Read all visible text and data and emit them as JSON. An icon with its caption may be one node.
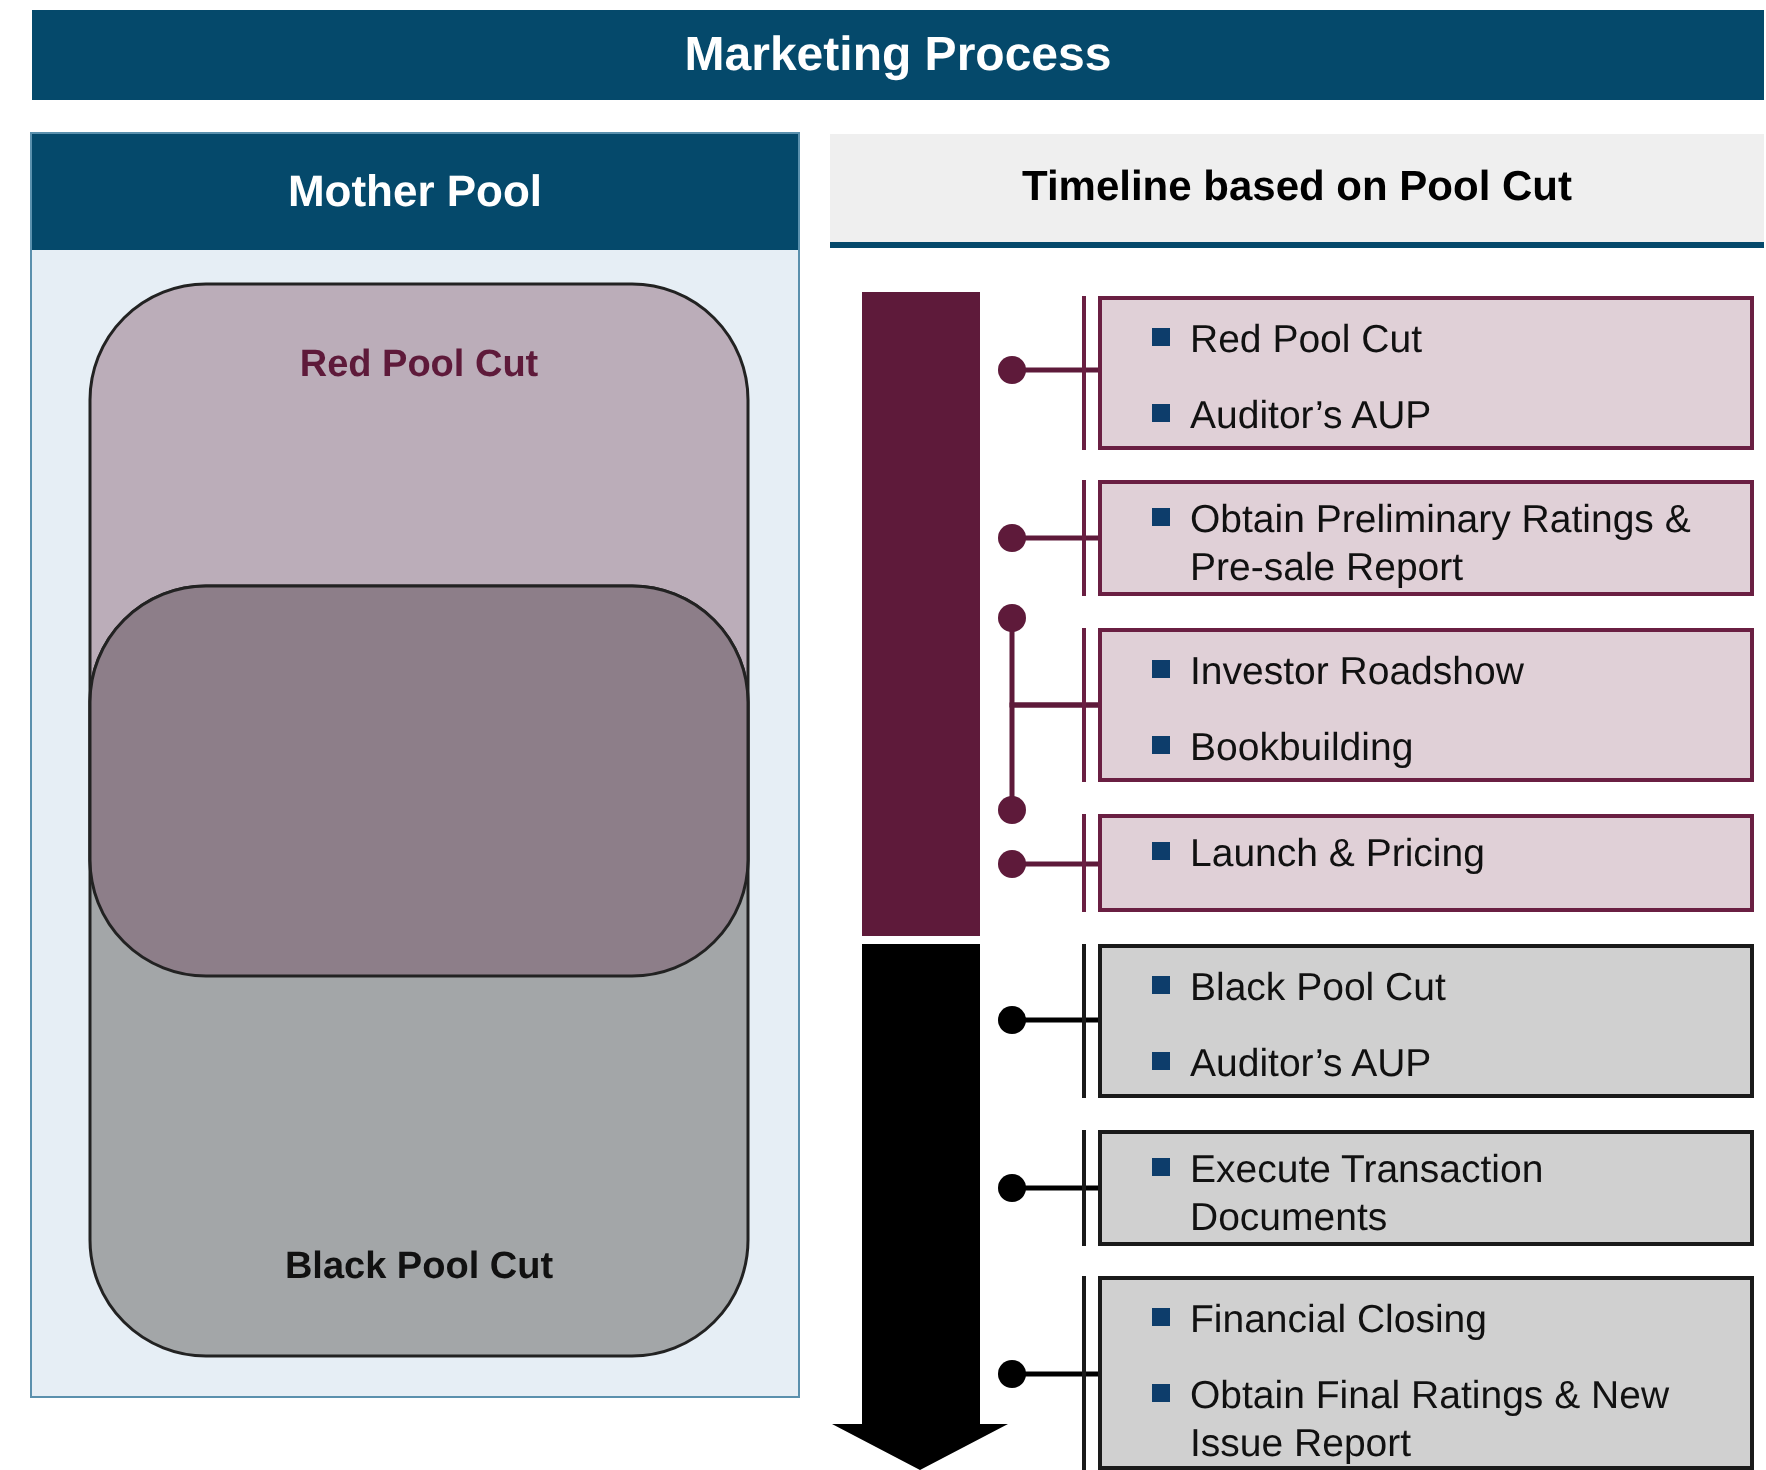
{
  "diagram": {
    "title": "Marketing Process",
    "nodes": [
      {
        "text": [
          "Mother Pool"
        ]
      },
      {
        "text": [
          "Red Pool Cut"
        ],
        "in": 0
      },
      {
        "text": [
          "Black Pool Cut"
        ],
        "in": 0
      },
      {
        "text": [
          "Timeline based on Pool Cut"
        ]
      },
      {
        "text": [],
        "shape": "arrow"
      },
      {
        "text": [
          "Red Pool Cut",
          "Auditor’s AUP"
        ]
      },
      {
        "text": [
          "Obtain Preliminary Ratings & Pre-sale Report"
        ]
      },
      {
        "text": [
          "Investor Roadshow",
          "Bookbuilding"
        ]
      },
      {
        "text": [
          "Launch & Pricing"
        ]
      },
      {
        "text": [
          "Black Pool Cut",
          "Auditor’s AUP"
        ]
      },
      {
        "text": [
          "Execute Transaction Documents"
        ]
      },
      {
        "text": [
          "Financial Closing",
          "Obtain Final Ratings & New Issue Report"
        ]
      }
    ],
    "edges": [
      {
        "from": 4,
        "to": 5,
        "arrow": "other"
      },
      {
        "from": 4,
        "to": 6,
        "arrow": "other"
      },
      {
        "from": 4,
        "to": 7,
        "arrow": "other"
      },
      {
        "from": 4,
        "to": 7,
        "arrow": "other"
      },
      {
        "from": 4,
        "to": 8,
        "arrow": "other"
      },
      {
        "from": 4,
        "to": 9,
        "arrow": "other",
        "color": "#000000"
      },
      {
        "from": 4,
        "to": 10,
        "arrow": "other",
        "color": "#000000"
      },
      {
        "from": 4,
        "to": 11,
        "arrow": "other",
        "color": "#000000"
      }
    ]
  }
}
